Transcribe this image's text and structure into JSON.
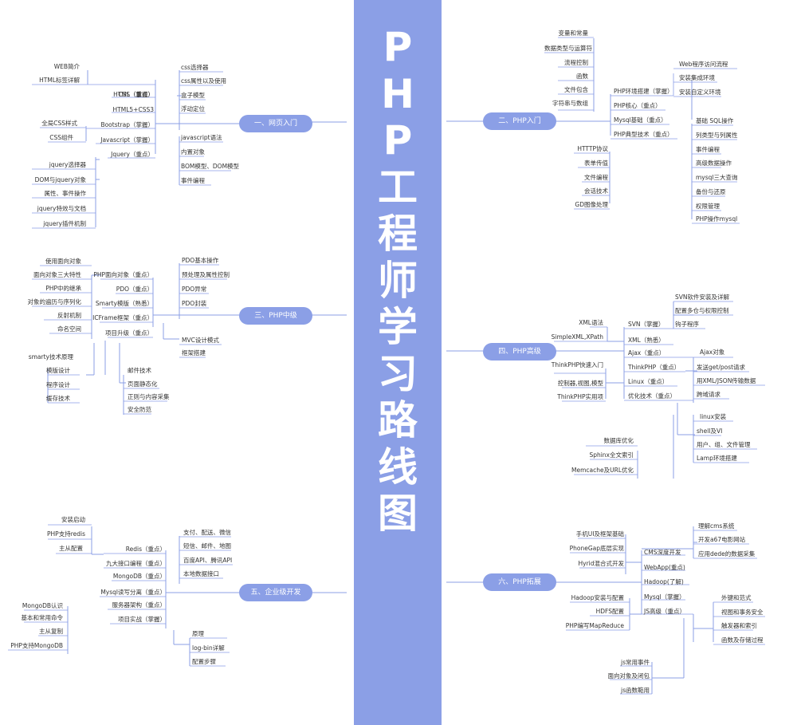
{
  "title": "PHP工程师学习路线图",
  "colors": {
    "accent": "#8b9fe6",
    "line": "#8b9fe6",
    "text": "#333333",
    "center_text": "#ffffff"
  },
  "branches": {
    "b1": "一、网页入门",
    "b2": "二、PHP入门",
    "b3": "三、PHP中级",
    "b4": "四、PHP高级",
    "b5": "五、企业级开发",
    "b6": "六、PHP拓展"
  },
  "nodes": {
    "b1": {
      "html": "HTML（掌握）",
      "css": "CSS（重点）",
      "html5": "HTML5+CSS3",
      "bootstrap": "Bootstrap（掌握）",
      "javascript": "Javascript（掌握）",
      "jquery": "Jquery（重点）",
      "web_intro": "WEB简介",
      "html_tags": "HTML标签详解",
      "css_selector": "css选择器",
      "css_props": "css属性以及使用",
      "box_model": "盒子模型",
      "float": "浮动定位",
      "global_css": "全局CSS样式",
      "css_components": "CSS组件",
      "js_syntax": "javascript语法",
      "builtin_obj": "内置对象",
      "bom_dom": "BOM模型、DOM模型",
      "events": "事件编程",
      "jq_selector": "jquery选择器",
      "dom_jq": "DOM与jquery对象",
      "attr_events": "属性、事件操作",
      "jq_effects": "jquery特效与文档",
      "jq_plugins": "jquery插件机制"
    },
    "b2": {
      "vars": "变量和常量",
      "datatypes": "数据类型与运算符",
      "flow": "流程控制",
      "functions": "函数",
      "include": "文件包含",
      "strings_arrays": "字符串与数组",
      "env": "PHP环境搭建（掌握）",
      "core": "PHP核心（重点）",
      "mysql": "Mysql基础（重点）",
      "typical": "PHP典型技术（重点）",
      "web_flow": "Web程序访问流程",
      "install_env": "安装集成环境",
      "custom_env": "安装自定义环境",
      "sql": "基础 SQL操作",
      "col_types": "列类型与列属性",
      "transactions": "事件编程",
      "advanced_data": "高级数据操作",
      "join": "mysql三大查询",
      "backup": "备份与还原",
      "permissions": "权限管理",
      "php_mysql": "PHP操作mysql",
      "http": "HTTTP协议",
      "forms": "表单传值",
      "files": "文件编程",
      "session": "会话技术",
      "gd": "GD图像处理"
    },
    "b3": {
      "oop": "PHP面向对象（重点）",
      "pdo": "PDO（重点）",
      "smarty": "Smarty模版（熟悉）",
      "icframe": "ICFrame框架（重点）",
      "project": "项目升级（重点）",
      "oop_use": "使用面向对象",
      "oop_three": "面向对象三大特性",
      "design_patterns": "PHP中的继承",
      "serialize": "对象的遍历与序列化",
      "reflection": "反射机制",
      "namespace": "命名空间",
      "pdo_basic": "PDO基本操作",
      "prepared": "预处理及属性控制",
      "pdo_exc": "PDO异常",
      "pdo_wrap": "PDO封装",
      "mvc": "MVC设计模式",
      "framework": "框架搭建",
      "smarty_principle": "smarty技术原理",
      "tpl_design": "模版设计",
      "prog_design": "程序设计",
      "cache": "缓存技术",
      "mail": "邮件技术",
      "static": "页面静态化",
      "regex": "正则与内容采集",
      "security": "安全防范"
    },
    "b4": {
      "svn": "SVN（掌握）",
      "xml": "XML（熟悉）",
      "ajax": "Ajax（重点）",
      "thinkphp": "ThinkPHP（重点）",
      "linux": "Linux（重点）",
      "optimize": "优化技术（重点）",
      "xml_syntax": "XML语法",
      "simplexml": "SimpleXML,XPath",
      "svn_install": "SVN软件安装及详解",
      "svn_perm": "配置多仓与权限控制",
      "hooks": "钩子程序",
      "ajax_obj": "Ajax对象",
      "getpost": "发送get/post请求",
      "json": "用XML/JSON传输数据",
      "cross": "跨域请求",
      "tp_intro": "ThinkPHP快速入门",
      "tp_mvc": "控制器,视图,模型",
      "tp_use": "ThinkPHP实用项",
      "linux_install": "linux安装",
      "shell": "shell及VI",
      "users": "用户、组、文件管理",
      "lamp": "Lamp环境搭建",
      "db_opt": "数据库优化",
      "sphinx": "Sphinx全文索引",
      "memcache": "Memcache及URL优化"
    },
    "b5": {
      "redis": "Redis（重点）",
      "api": "九大接口编程（重点）",
      "mongodb": "MongoDB（重点）",
      "rw_split": "Mysql读写分离（重点）",
      "server_arch": "服务器架构（重点）",
      "proj": "项目实战（掌握）",
      "redis_install": "安装启动",
      "php_redis": "PHP支持redis",
      "master_slave": "主从配置",
      "pay": "支付、配送、微信",
      "sms": "短信、邮件、地图",
      "baidu": "百度API、腾讯API",
      "local": "本地数据接口",
      "mongo_intro": "MongoDB认识",
      "mongo_cmd": "基本和常用命令",
      "mongo_copy": "主从复制",
      "php_mongo": "PHP支持MongoDB",
      "principle": "原理",
      "binlog": "log-bin详解",
      "config": "配置步骤"
    },
    "b6": {
      "cms": "CMS深度开发",
      "webapp": "WebApp(重点)",
      "hadoop": "Hadoop(了解)",
      "mysql": "Mysql（掌握）",
      "js": "JS高级（重点）",
      "mobile": "手机UI及框架基础",
      "phonegap": "PhoneGap底层实现",
      "hybrid": "Hyrid混合式开发",
      "cms_concept": "理解cms系统",
      "movie": "开发a67电影网站",
      "dede": "应用dede的数据采集",
      "hadoop_install": "Hadoop安装与配置",
      "hdfs": "HDFS配置",
      "mapreduce": "PHP编写MapReduce",
      "fk": "外键和范式",
      "views": "视图和事务安全",
      "triggers": "触发器和索引",
      "procedures": "函数及存储过程",
      "js_events": "js常用事件",
      "closure": "面向对象及闭包",
      "js_func": "js函数範用"
    }
  }
}
